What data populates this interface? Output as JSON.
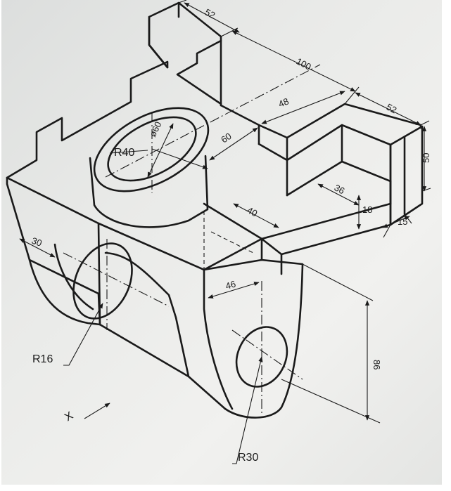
{
  "dimensions": {
    "d52_top": "52",
    "d100": "100",
    "d48": "48",
    "d52_right": "52",
    "d50": "50",
    "d60": "60",
    "d36": "36",
    "d18": "18",
    "d15": "15",
    "d40": "40",
    "d46": "46",
    "d86": "86",
    "d30": "30",
    "phi60": "ø60"
  },
  "labels": {
    "r40": "R40",
    "r16": "R16",
    "r30": "R30",
    "view_x": "X"
  }
}
